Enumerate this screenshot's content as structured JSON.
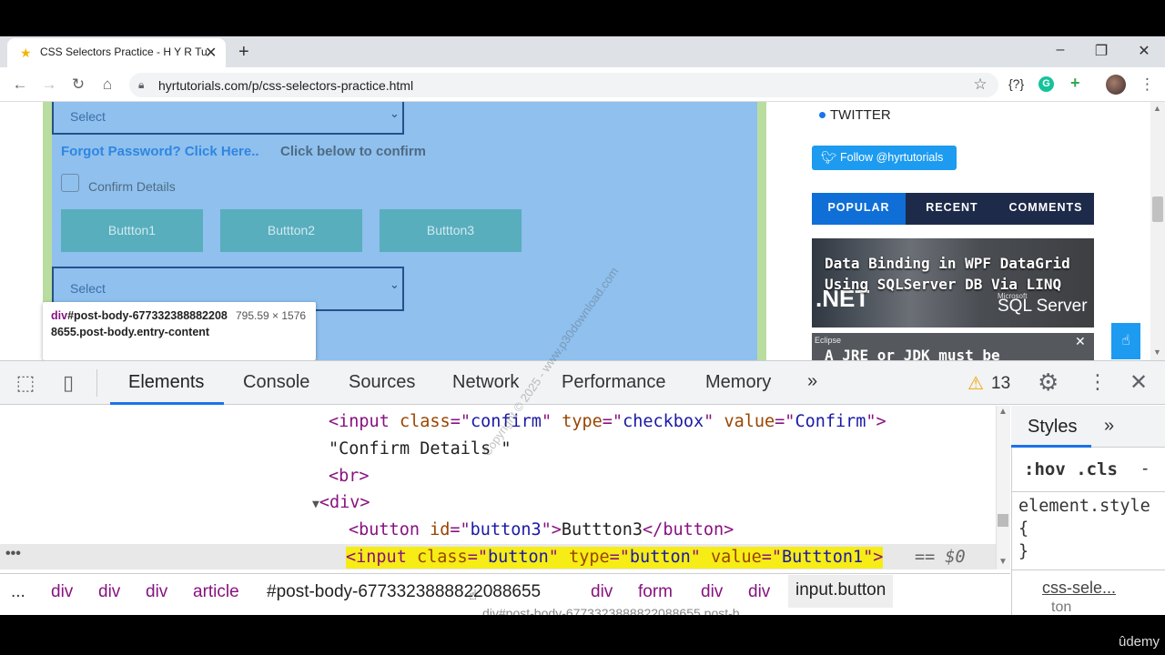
{
  "browser": {
    "tab_title": "CSS Selectors Practice - H Y R Tu",
    "tab_icon": "star-favicon",
    "url": "hyrtutorials.com/p/css-selectors-practice.html",
    "ext_brace": "{?}",
    "ext_g": "G"
  },
  "page": {
    "select_top": "Select",
    "forgot_link": "Forgot Password? Click Here..",
    "confirm_prompt": "Click below to confirm",
    "confirm_label": "Confirm Details",
    "buttons": [
      "Buttton1",
      "Buttton2",
      "Buttton3"
    ],
    "select_bottom": "Select",
    "tooltip": {
      "tag": "div",
      "selector": "#post-body-6773323888822088655.post-body.entry-content",
      "size": "795.59 × 1576"
    }
  },
  "sidebar": {
    "twitter_heading": "TWITTER",
    "follow_label": "Follow @hyrtutorials",
    "tabs": [
      "POPULAR",
      "RECENT",
      "COMMENTS"
    ],
    "post1_title": "Data Binding in WPF DataGrid Using SQLServer DB Via LINQ",
    "post1_net": ".NET",
    "post1_ms": "Microsoft",
    "post1_sql": "SQL Server",
    "post2_tag": "Eclipse",
    "post2_title": "A JRE or JDK must be"
  },
  "devtools": {
    "tabs": [
      "Elements",
      "Console",
      "Sources",
      "Network",
      "Performance",
      "Memory"
    ],
    "more": "»",
    "warning_count": "13",
    "dom_lines": {
      "l1": {
        "tag": "input",
        "class": "confirm",
        "type": "checkbox",
        "value": "Confirm"
      },
      "l2": "\"Confirm Details \"",
      "l3": "<br>",
      "l4": "<div>",
      "l5": {
        "id": "button3",
        "text": "Buttton3"
      },
      "l6": {
        "class": "button",
        "type": "button",
        "value": "Buttton1"
      },
      "l6_ref": "== $0"
    },
    "breadcrumbs": [
      "div",
      "div",
      "div",
      "article",
      "#post-body-6773323888822088655",
      "div",
      "form",
      "div",
      "div",
      "input.button"
    ],
    "breadcrumb_overflow": "div#post-body-6773323888822088655.post-b",
    "styles_tab": "Styles",
    "hov_cls": ":hov  .cls",
    "element_style": "element.style {",
    "element_style_close": "}",
    "styles_source": "css-sele...",
    "styles_source2": "ton"
  },
  "footer": {
    "udemy": "ûdemy",
    "watermark": "Copyright © 2025 - www.p30download.com"
  },
  "colors": {
    "highlight_blue": "#8fc0ee",
    "devtools_accent": "#1a73e8",
    "twitter_blue": "#1d9bf0",
    "selected_yellow": "#f6ec16"
  }
}
